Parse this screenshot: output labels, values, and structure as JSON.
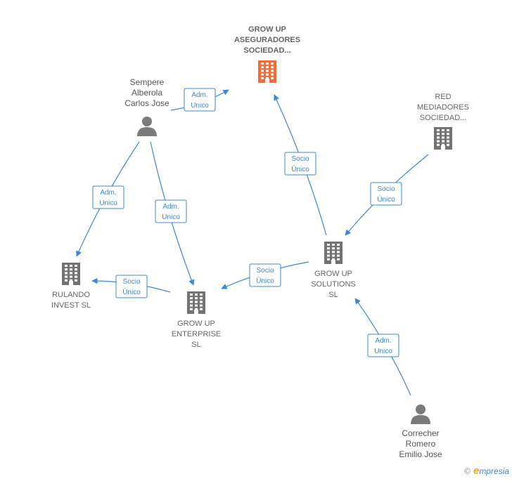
{
  "colors": {
    "edge": "#3b87d4",
    "company": "#737373",
    "company_highlight": "#f26b3a",
    "person": "#7b7b7b"
  },
  "nodes": [
    {
      "id": "grow-up-aseguradores",
      "kind": "company",
      "highlight": true,
      "bold": true,
      "lines": [
        "GROW UP",
        "ASEGURADORES",
        "SOCIEDAD..."
      ]
    },
    {
      "id": "red-mediadores",
      "kind": "company",
      "highlight": false,
      "bold": false,
      "lines": [
        "RED",
        "MEDIADORES",
        "SOCIEDAD..."
      ]
    },
    {
      "id": "sempere-alberola",
      "kind": "person",
      "highlight": false,
      "bold": false,
      "lines": [
        "Sempere",
        "Alberola",
        "Carlos Jose"
      ]
    },
    {
      "id": "rulando-invest",
      "kind": "company",
      "highlight": false,
      "bold": false,
      "lines": [
        "RULANDO",
        "INVEST  SL"
      ]
    },
    {
      "id": "grow-up-enterprise",
      "kind": "company",
      "highlight": false,
      "bold": false,
      "lines": [
        "GROW UP",
        "ENTERPRISE",
        "SL"
      ]
    },
    {
      "id": "grow-up-solutions",
      "kind": "company",
      "highlight": false,
      "bold": false,
      "lines": [
        "GROW UP",
        "SOLUTIONS",
        "SL"
      ]
    },
    {
      "id": "correcher-romero",
      "kind": "person",
      "highlight": false,
      "bold": false,
      "lines": [
        "Correcher",
        "Romero",
        "Emilio Jose"
      ]
    }
  ],
  "edges": [
    {
      "from": "sempere-alberola",
      "to": "grow-up-aseguradores",
      "label": [
        "Adm.",
        "Unico"
      ]
    },
    {
      "from": "sempere-alberola",
      "to": "rulando-invest",
      "label": [
        "Adm.",
        "Unico"
      ]
    },
    {
      "from": "sempere-alberola",
      "to": "grow-up-enterprise",
      "label": [
        "Adm.",
        "Unico"
      ]
    },
    {
      "from": "grow-up-solutions",
      "to": "grow-up-aseguradores",
      "label": [
        "Socio",
        "Único"
      ]
    },
    {
      "from": "red-mediadores",
      "to": "grow-up-solutions",
      "label": [
        "Socio",
        "Único"
      ]
    },
    {
      "from": "grow-up-solutions",
      "to": "grow-up-enterprise",
      "label": [
        "Socio",
        "Único"
      ]
    },
    {
      "from": "grow-up-enterprise",
      "to": "rulando-invest",
      "label": [
        "Socio",
        "Único"
      ]
    },
    {
      "from": "correcher-romero",
      "to": "grow-up-solutions",
      "label": [
        "Adm.",
        "Unico"
      ]
    }
  ],
  "footer": {
    "copyright": "©",
    "brand_initial": "e",
    "brand_rest": "mpresia"
  }
}
